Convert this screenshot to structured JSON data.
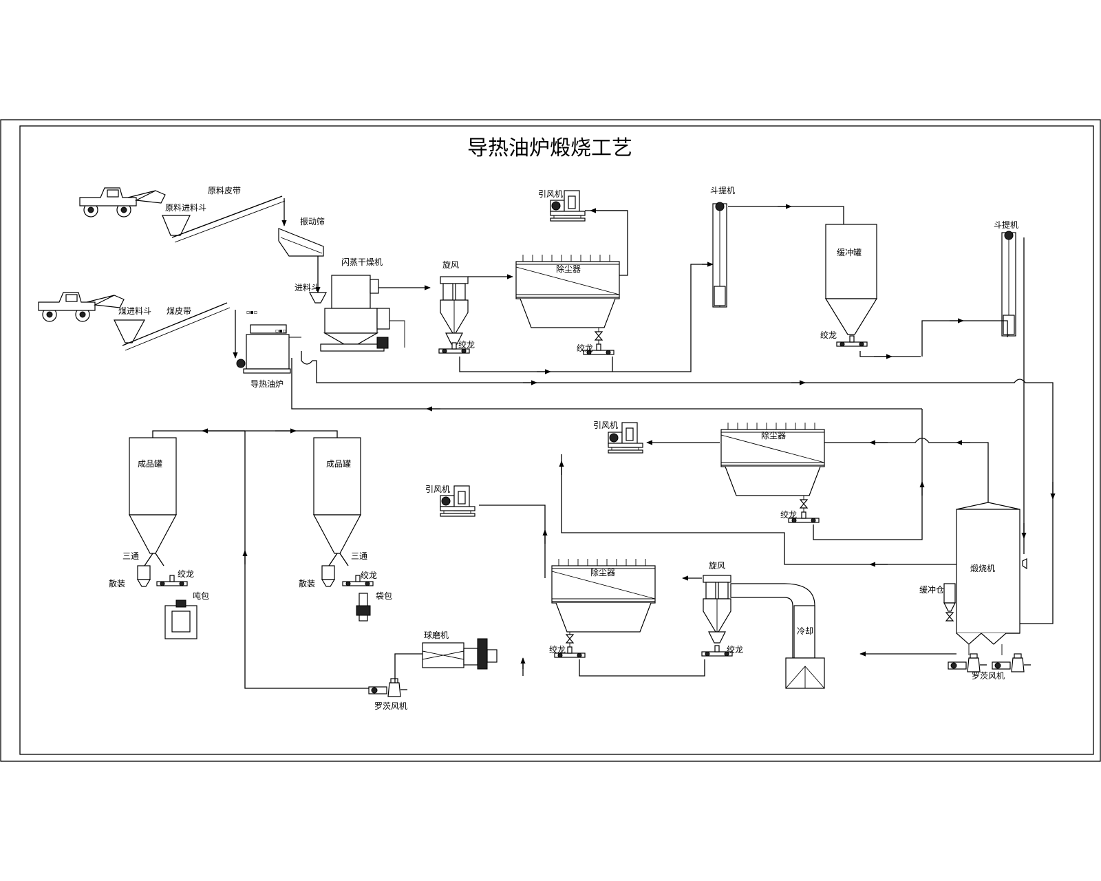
{
  "title": "导热油炉煅烧工艺",
  "labels": {
    "raw_belt": "原料皮带",
    "raw_hopper": "原料进料斗",
    "vibrating_screen": "振动筛",
    "coal_hopper": "煤进料斗",
    "coal_belt": "煤皮带",
    "flash_dryer": "闪蒸干燥机",
    "feed_hopper": "进料斗",
    "oil_boiler": "导热油炉",
    "cyclone_top": "旋风",
    "auger_cyclone_top": "绞龙",
    "fan_top": "引风机",
    "dust_top": "除尘器",
    "auger_dust_top": "绞龙",
    "elevator1": "斗提机",
    "buffer_tank": "缓冲罐",
    "auger_buffer": "绞龙",
    "elevator2": "斗提机",
    "fan_mid": "引风机",
    "dust_mid": "除尘器",
    "auger_dust_mid": "绞龙",
    "calciner": "煅烧机",
    "buffer_bin": "缓冲仓",
    "roots_right": "罗茨风机",
    "cooling": "冷却",
    "cyclone_bot": "旋风",
    "auger_cyclone_bot": "绞龙",
    "dust_bot": "除尘器",
    "auger_dust_bot": "绞龙",
    "fan_bot": "引风机",
    "ball_mill": "球磨机",
    "roots_bot": "罗茨风机",
    "product1": "成品罐",
    "product2": "成品罐",
    "tee1": "三通",
    "tee2": "三通",
    "bulk1": "散装",
    "bulk2": "散装",
    "auger_p1": "绞龙",
    "auger_p2": "绞龙",
    "ton_bag": "吨包",
    "bag": "袋包"
  }
}
